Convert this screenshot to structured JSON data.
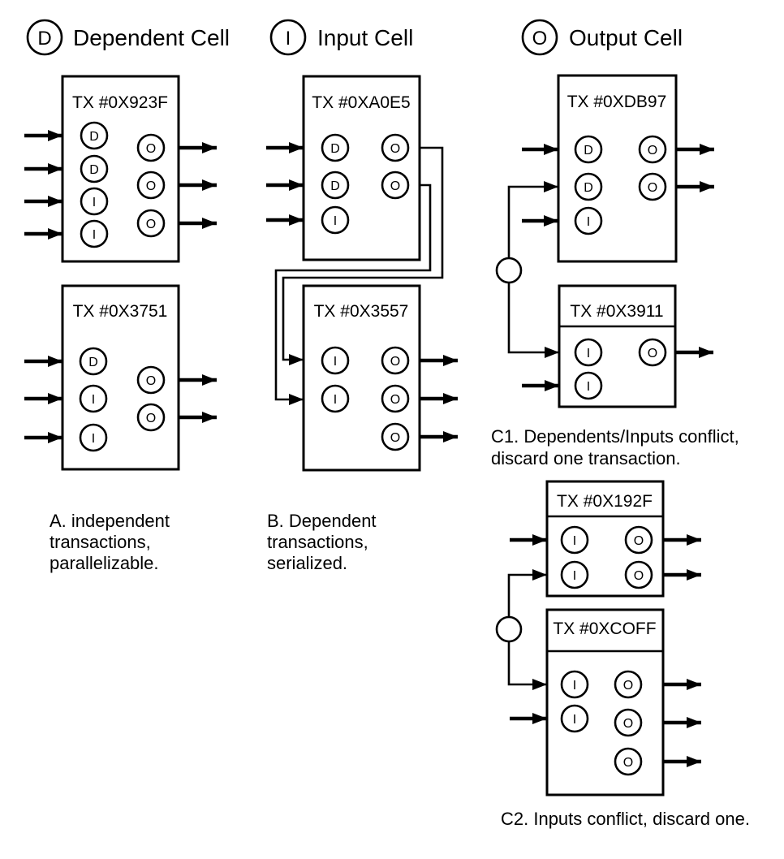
{
  "legend": {
    "items": [
      {
        "symbol": "D",
        "label": "Dependent Cell"
      },
      {
        "symbol": "I",
        "label": "Input Cell"
      },
      {
        "symbol": "O",
        "label": "Output Cell"
      }
    ]
  },
  "transactions": {
    "tx_923f": {
      "title": "TX #0X923F",
      "inputs": [
        "D",
        "D",
        "I",
        "I"
      ],
      "outputs": [
        "O",
        "O",
        "O"
      ]
    },
    "tx_3751": {
      "title": "TX #0X3751",
      "inputs": [
        "D",
        "I",
        "I"
      ],
      "outputs": [
        "O",
        "O"
      ]
    },
    "tx_a0e5": {
      "title": "TX #0XA0E5",
      "inputs": [
        "D",
        "D",
        "I"
      ],
      "outputs": [
        "O",
        "O"
      ]
    },
    "tx_3557": {
      "title": "TX #0X3557",
      "inputs": [
        "I",
        "I"
      ],
      "outputs": [
        "O",
        "O",
        "O"
      ]
    },
    "tx_db97": {
      "title": "TX #0XDB97",
      "inputs": [
        "D",
        "D",
        "I"
      ],
      "outputs": [
        "O",
        "O"
      ]
    },
    "tx_3911": {
      "title": "TX #0X3911",
      "inputs": [
        "I",
        "I"
      ],
      "outputs": [
        "O"
      ]
    },
    "tx_192f": {
      "title": "TX #0X192F",
      "inputs": [
        "I",
        "I"
      ],
      "outputs": [
        "O",
        "O"
      ]
    },
    "tx_coff": {
      "title": "TX #0XCOFF",
      "inputs": [
        "I",
        "I"
      ],
      "outputs": [
        "O",
        "O",
        "O"
      ]
    }
  },
  "captions": {
    "a": {
      "line1": "A. independent",
      "line2": "transactions,",
      "line3": "parallelizable."
    },
    "b": {
      "line1": "B. Dependent",
      "line2": "transactions,",
      "line3": "serialized."
    },
    "c1": {
      "line1": "C1. Dependents/Inputs conflict,",
      "line2": "discard one transaction."
    },
    "c2": {
      "line1": "C2. Inputs conflict, discard one."
    }
  },
  "colors": {
    "ink": "#000000",
    "background": "#ffffff"
  }
}
